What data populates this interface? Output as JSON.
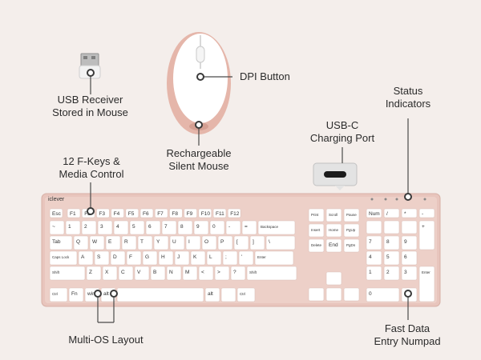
{
  "labels": {
    "usb_receiver": [
      "USB Receiver",
      "Stored in Mouse"
    ],
    "dpi_button": "DPI Button",
    "rechargeable_mouse": [
      "Rechargeable",
      "Silent Mouse"
    ],
    "usb_c": [
      "USB-C",
      "Charging Port"
    ],
    "status": [
      "Status",
      "Indicators"
    ],
    "fkeys": [
      "12 F-Keys &",
      "Media Control"
    ],
    "multi_os": "Multi-OS Layout",
    "numpad": [
      "Fast Data",
      "Entry Numpad"
    ]
  },
  "brand": "iclever",
  "keyboard": {
    "row1": [
      "Esc",
      "F1",
      "F2",
      "F3",
      "F4",
      "F5",
      "F6",
      "F7",
      "F8",
      "F9",
      "F10",
      "F11",
      "F12"
    ],
    "row2": [
      "~",
      "1",
      "2",
      "3",
      "4",
      "5",
      "6",
      "7",
      "8",
      "9",
      "0",
      "-",
      "=",
      "Backspace"
    ],
    "row3": [
      "Tab",
      "Q",
      "W",
      "E",
      "R",
      "T",
      "Y",
      "U",
      "I",
      "O",
      "P",
      "[",
      "]",
      "\\"
    ],
    "row4": [
      "Caps Lock",
      "A",
      "S",
      "D",
      "F",
      "G",
      "H",
      "J",
      "K",
      "L",
      ";",
      "'",
      "Enter"
    ],
    "row5": [
      "Shift",
      "Z",
      "X",
      "C",
      "V",
      "B",
      "N",
      "M",
      "<",
      ">",
      "?",
      "Shift"
    ],
    "row6": [
      "Ctrl",
      "Fn",
      "win",
      "alt",
      "",
      "alt",
      "",
      "Ctrl"
    ],
    "nav": [
      "Print",
      "Scroll",
      "Pause",
      "Insert",
      "Home",
      "PgUp",
      "Delete",
      "End",
      "PgDn"
    ],
    "numpad": [
      "Num",
      "/",
      "*",
      "-",
      "7",
      "8",
      "9",
      "+",
      "4",
      "5",
      "6",
      "1",
      "2",
      "3",
      "Enter",
      "0",
      "."
    ]
  },
  "colors": {
    "rose_gold": "#e9c7be",
    "frame": "#d7b0a6",
    "key": "#ffffff"
  }
}
